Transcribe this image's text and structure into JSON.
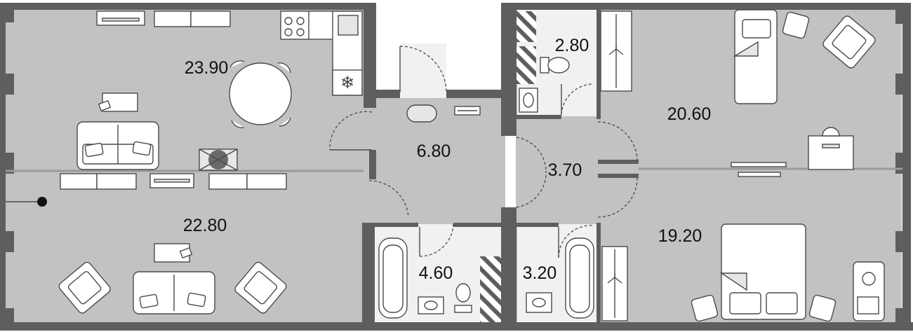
{
  "plan": {
    "rooms": [
      {
        "id": "living-kitchen",
        "area": "23.90"
      },
      {
        "id": "living-room",
        "area": "22.80"
      },
      {
        "id": "hall",
        "area": "6.80"
      },
      {
        "id": "bathroom-left",
        "area": "4.60"
      },
      {
        "id": "wc",
        "area": "2.80"
      },
      {
        "id": "corridor",
        "area": "3.70"
      },
      {
        "id": "bathroom-right",
        "area": "3.20"
      },
      {
        "id": "bedroom-upper",
        "area": "20.60"
      },
      {
        "id": "bedroom-lower",
        "area": "19.20"
      }
    ],
    "icons": {
      "freezer": "snowflake-icon",
      "entrance": "entrance-marker-icon"
    },
    "colors": {
      "wall": "#5e5e5e",
      "floor": "#c2c2c2",
      "wet_floor": "#f1f1f1",
      "furniture": "#ffffff"
    }
  }
}
